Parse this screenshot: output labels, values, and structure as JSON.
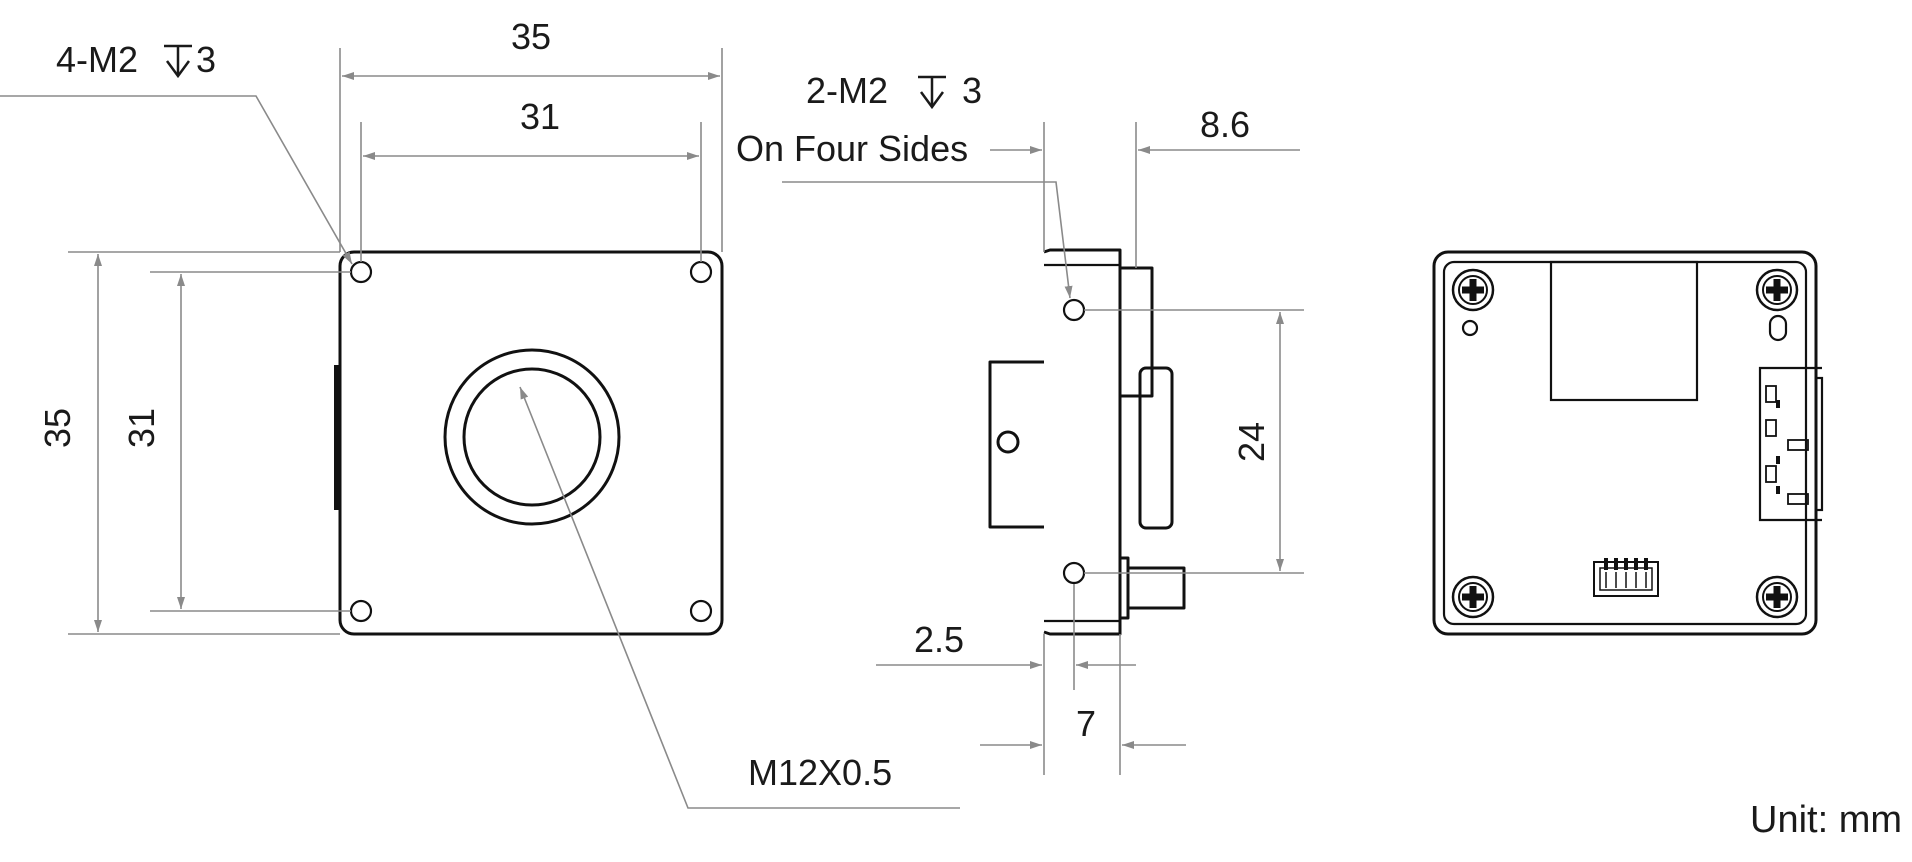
{
  "front_view": {
    "width_outer": "35",
    "width_inner": "31",
    "height_outer": "35",
    "height_inner": "31",
    "holes_note_prefix": "4-M2",
    "holes_note_depth": "3",
    "thread_label": "M12X0.5"
  },
  "side_view": {
    "holes_note_prefix": "2-M2",
    "holes_note_depth": "3",
    "holes_note_line2": "On Four Sides",
    "depth_label": "8.6",
    "hole_spacing": "24",
    "offset_label": "2.5",
    "thickness_label": "7"
  },
  "back_view": {
    "components": [
      "screw-head",
      "connector",
      "usb-port",
      "pin-header"
    ]
  },
  "unit_label": "Unit: mm",
  "colors": {
    "outline": "#111111",
    "dimension": "#8a8a8a"
  }
}
